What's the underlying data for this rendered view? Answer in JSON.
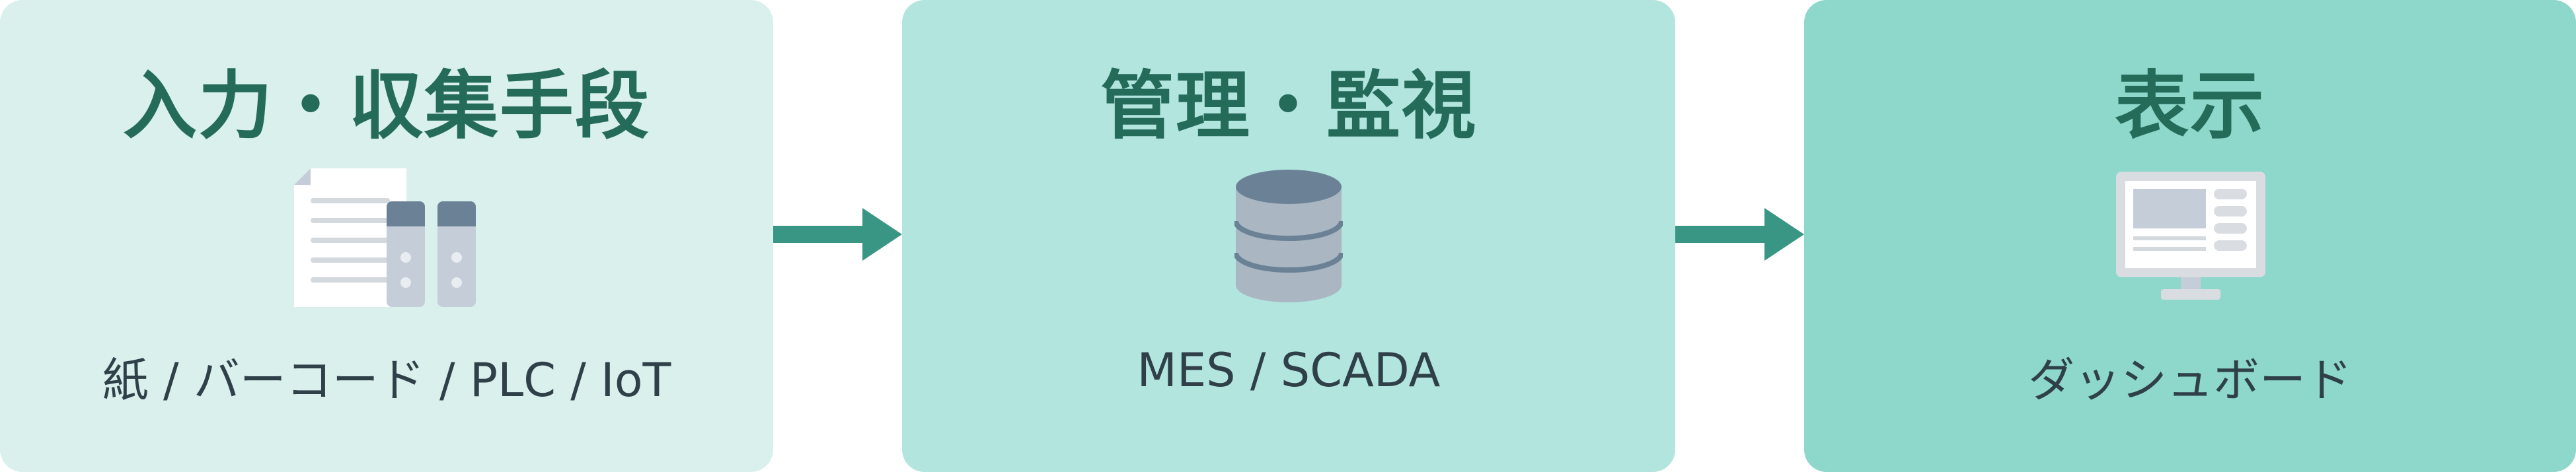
{
  "stages": [
    {
      "title": "入力・収集手段",
      "subtitle": "紙 / バーコード / PLC / IoT",
      "icon": "document-and-devices-icon",
      "color": "#d9f0ed"
    },
    {
      "title": "管理・監視",
      "subtitle": "MES / SCADA",
      "icon": "database-icon",
      "color": "#b3e5df"
    },
    {
      "title": "表示",
      "subtitle": "ダッシュボード",
      "icon": "monitor-icon",
      "color": "#8dd8cb"
    }
  ],
  "arrows": [
    {
      "icon": "arrow-right-icon",
      "color": "#3a9684"
    },
    {
      "icon": "arrow-right-icon",
      "color": "#3a9684"
    }
  ],
  "colors": {
    "title": "#246b5a",
    "subtitle": "#2f4049",
    "icon_dark": "#6b8296",
    "icon_light": "#c5ced8"
  }
}
